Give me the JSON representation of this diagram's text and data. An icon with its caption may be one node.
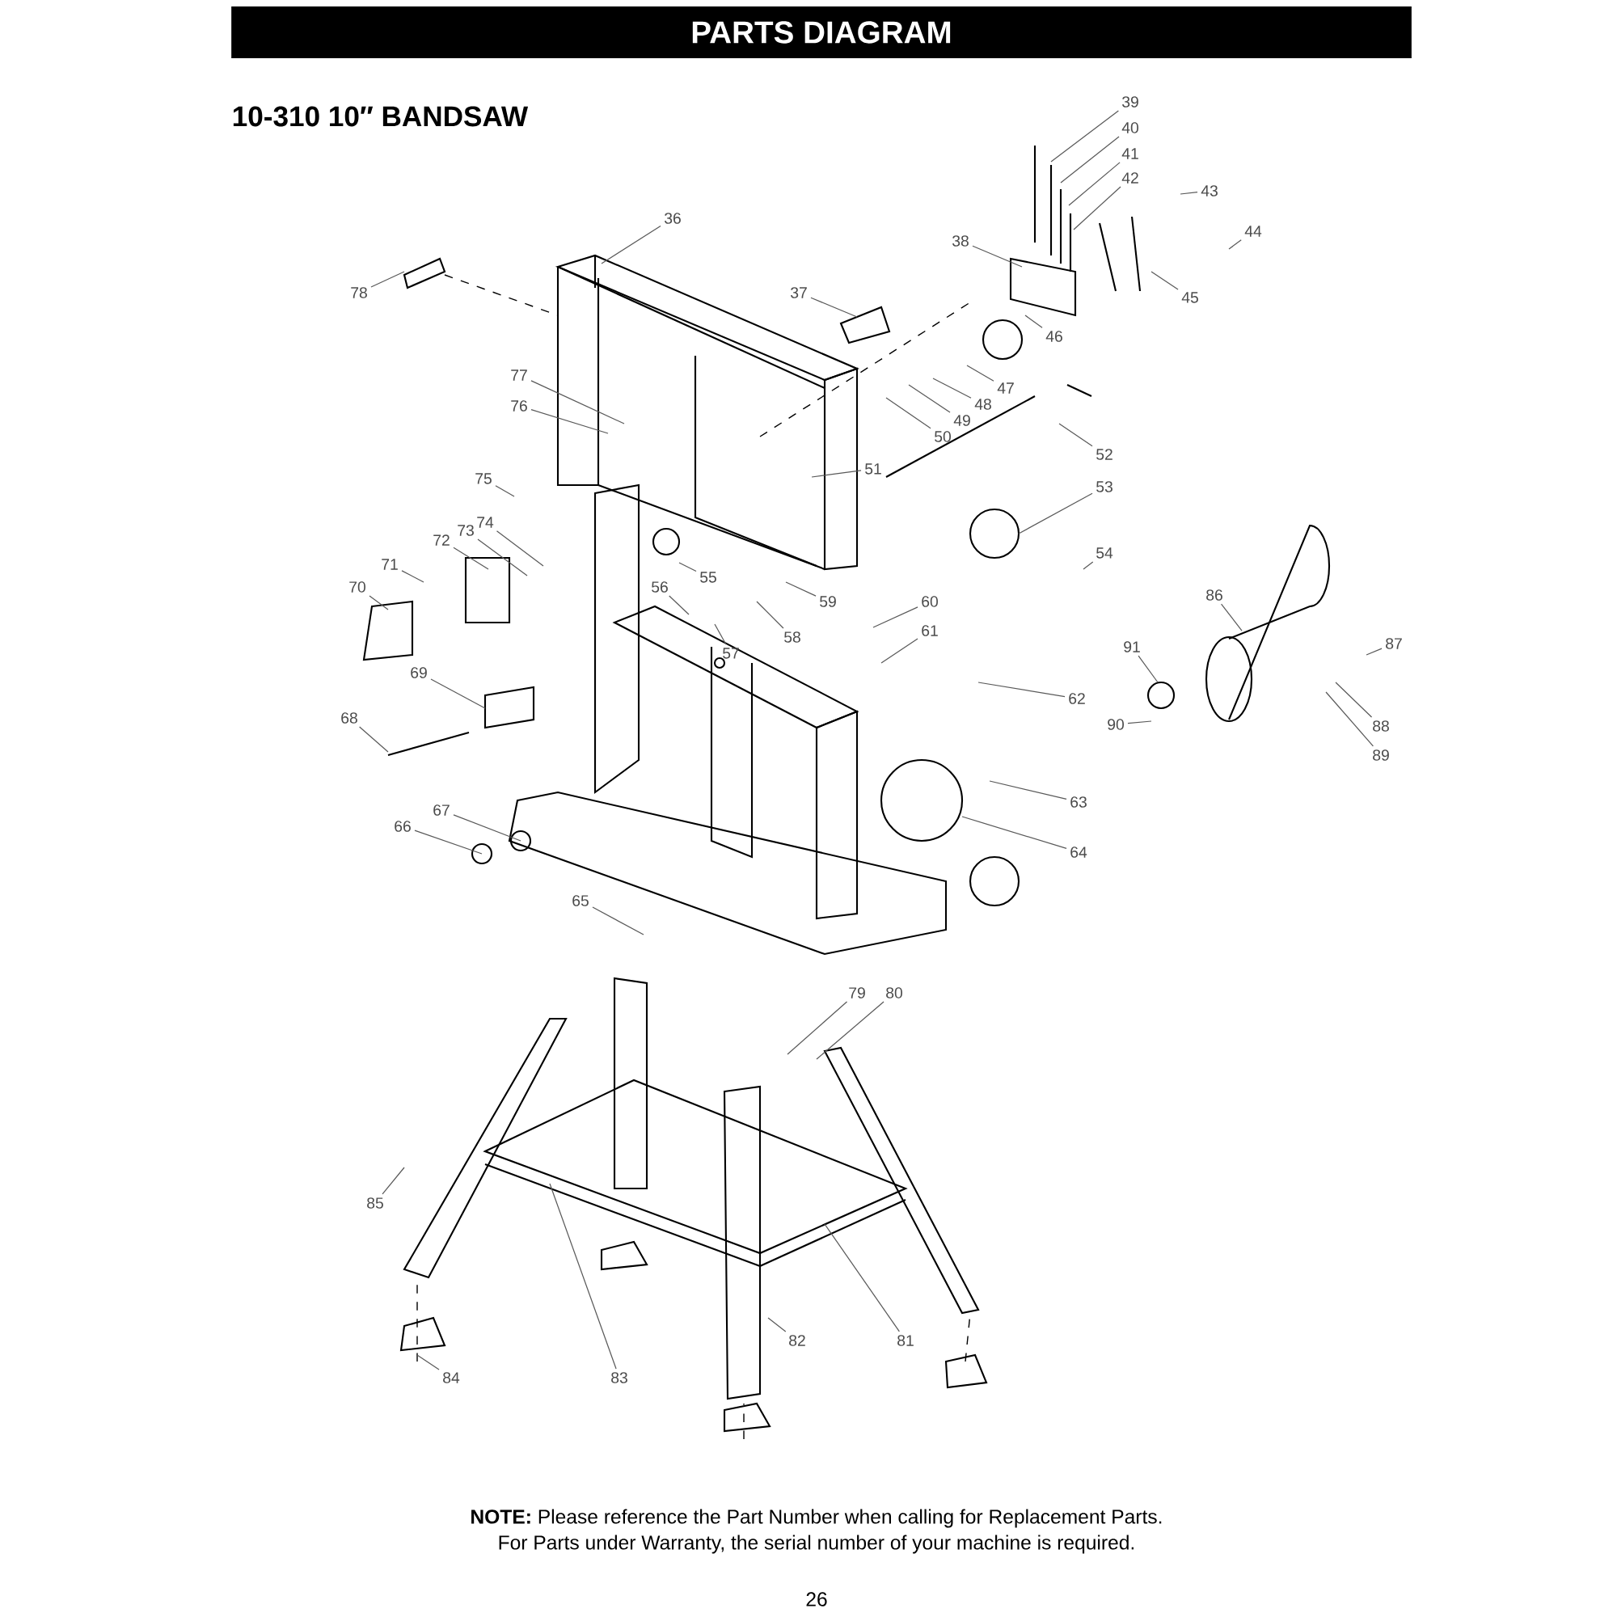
{
  "diagram": {
    "title": "PARTS DIAGRAM",
    "nodes": [
      {
        "text": [
          "39"
        ]
      },
      {
        "text": [
          "40"
        ]
      },
      {
        "text": [
          "41"
        ]
      },
      {
        "text": [
          "42"
        ]
      },
      {
        "text": [
          "43"
        ]
      },
      {
        "text": [
          "44"
        ]
      },
      {
        "text": [
          "45"
        ]
      },
      {
        "text": [
          "38"
        ]
      },
      {
        "text": [
          "36"
        ]
      },
      {
        "text": [
          "37"
        ]
      },
      {
        "text": [
          "46"
        ]
      },
      {
        "text": [
          "47"
        ]
      },
      {
        "text": [
          "48"
        ]
      },
      {
        "text": [
          "49"
        ]
      },
      {
        "text": [
          "50"
        ]
      },
      {
        "text": [
          "51"
        ]
      },
      {
        "text": [
          "52"
        ]
      },
      {
        "text": [
          "53"
        ]
      },
      {
        "text": [
          "54"
        ]
      },
      {
        "text": [
          "78"
        ]
      },
      {
        "text": [
          "77"
        ]
      },
      {
        "text": [
          "76"
        ]
      },
      {
        "text": [
          "75"
        ]
      },
      {
        "text": [
          "74"
        ]
      },
      {
        "text": [
          "73"
        ]
      },
      {
        "text": [
          "72"
        ]
      },
      {
        "text": [
          "71"
        ]
      },
      {
        "text": [
          "70"
        ]
      },
      {
        "text": [
          "55"
        ]
      },
      {
        "text": [
          "56"
        ]
      },
      {
        "text": [
          "57"
        ]
      },
      {
        "text": [
          "58"
        ]
      },
      {
        "text": [
          "59"
        ]
      },
      {
        "text": [
          "60"
        ]
      },
      {
        "text": [
          "61"
        ]
      },
      {
        "text": [
          "62"
        ]
      },
      {
        "text": [
          "86"
        ]
      },
      {
        "text": [
          "91"
        ]
      },
      {
        "text": [
          "90"
        ]
      },
      {
        "text": [
          "87"
        ]
      },
      {
        "text": [
          "88"
        ]
      },
      {
        "text": [
          "89"
        ]
      },
      {
        "text": [
          "69"
        ]
      },
      {
        "text": [
          "68"
        ]
      },
      {
        "text": [
          "67"
        ]
      },
      {
        "text": [
          "66"
        ]
      },
      {
        "text": [
          "65"
        ]
      },
      {
        "text": [
          "63"
        ]
      },
      {
        "text": [
          "64"
        ]
      },
      {
        "text": [
          "79"
        ]
      },
      {
        "text": [
          "80"
        ]
      },
      {
        "text": [
          "85"
        ]
      },
      {
        "text": [
          "84"
        ]
      },
      {
        "text": [
          "83"
        ]
      },
      {
        "text": [
          "82"
        ]
      },
      {
        "text": [
          "81"
        ]
      }
    ],
    "edges": [
      {
        "from": 0,
        "to": null,
        "arrow": "none"
      },
      {
        "from": 1,
        "to": null,
        "arrow": "none"
      },
      {
        "from": 2,
        "to": null,
        "arrow": "none"
      },
      {
        "from": 3,
        "to": null,
        "arrow": "none"
      },
      {
        "from": 4,
        "to": null,
        "arrow": "none"
      },
      {
        "from": 5,
        "to": null,
        "arrow": "none"
      },
      {
        "from": 6,
        "to": null,
        "arrow": "none"
      },
      {
        "from": 7,
        "to": null,
        "arrow": "none"
      },
      {
        "from": 8,
        "to": null,
        "arrow": "none"
      },
      {
        "from": 9,
        "to": null,
        "arrow": "none"
      },
      {
        "from": 10,
        "to": null,
        "arrow": "none"
      },
      {
        "from": 11,
        "to": null,
        "arrow": "none"
      },
      {
        "from": 12,
        "to": null,
        "arrow": "none"
      },
      {
        "from": 13,
        "to": null,
        "arrow": "none"
      },
      {
        "from": 14,
        "to": null,
        "arrow": "none"
      },
      {
        "from": 15,
        "to": null,
        "arrow": "none"
      },
      {
        "from": 16,
        "to": null,
        "arrow": "none"
      },
      {
        "from": 17,
        "to": null,
        "arrow": "none"
      },
      {
        "from": 18,
        "to": null,
        "arrow": "none"
      },
      {
        "from": 19,
        "to": null,
        "arrow": "none"
      },
      {
        "from": 20,
        "to": null,
        "arrow": "none"
      },
      {
        "from": 21,
        "to": null,
        "arrow": "none"
      },
      {
        "from": 22,
        "to": null,
        "arrow": "none"
      },
      {
        "from": 23,
        "to": null,
        "arrow": "none"
      },
      {
        "from": 24,
        "to": null,
        "arrow": "none"
      },
      {
        "from": 25,
        "to": null,
        "arrow": "none"
      },
      {
        "from": 26,
        "to": null,
        "arrow": "none"
      },
      {
        "from": 27,
        "to": null,
        "arrow": "none"
      },
      {
        "from": 28,
        "to": null,
        "arrow": "none"
      },
      {
        "from": 29,
        "to": null,
        "arrow": "none"
      },
      {
        "from": 30,
        "to": null,
        "arrow": "none"
      },
      {
        "from": 31,
        "to": null,
        "arrow": "none"
      },
      {
        "from": 32,
        "to": null,
        "arrow": "none"
      },
      {
        "from": 33,
        "to": null,
        "arrow": "none"
      },
      {
        "from": 34,
        "to": null,
        "arrow": "none"
      },
      {
        "from": 35,
        "to": null,
        "arrow": "none"
      },
      {
        "from": 36,
        "to": null,
        "arrow": "none"
      },
      {
        "from": 37,
        "to": null,
        "arrow": "none"
      },
      {
        "from": 38,
        "to": null,
        "arrow": "none"
      },
      {
        "from": 39,
        "to": null,
        "arrow": "none"
      },
      {
        "from": 40,
        "to": null,
        "arrow": "none"
      },
      {
        "from": 41,
        "to": null,
        "arrow": "none"
      },
      {
        "from": 42,
        "to": null,
        "arrow": "none"
      },
      {
        "from": 43,
        "to": null,
        "arrow": "none"
      },
      {
        "from": 44,
        "to": null,
        "arrow": "none"
      },
      {
        "from": 45,
        "to": null,
        "arrow": "none"
      },
      {
        "from": 46,
        "to": null,
        "arrow": "none"
      },
      {
        "from": 47,
        "to": null,
        "arrow": "none"
      },
      {
        "from": 48,
        "to": null,
        "arrow": "none"
      },
      {
        "from": 49,
        "to": null,
        "arrow": "none"
      },
      {
        "from": 50,
        "to": null,
        "arrow": "none"
      },
      {
        "from": 51,
        "to": null,
        "arrow": "none"
      },
      {
        "from": 52,
        "to": null,
        "arrow": "none"
      },
      {
        "from": 53,
        "to": null,
        "arrow": "none"
      },
      {
        "from": 54,
        "to": null,
        "arrow": "none"
      },
      {
        "from": 55,
        "to": null,
        "arrow": "none"
      }
    ],
    "labels": [
      "10-310 10″ BANDSAW",
      "**NOTE:** Please reference the Part Number when calling for Replacement Parts.",
      "For Parts under Warranty, the serial number of your machine is required.",
      "26"
    ]
  }
}
